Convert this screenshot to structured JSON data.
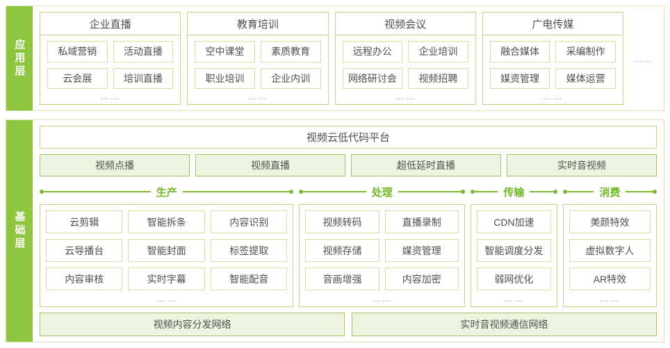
{
  "colors": {
    "tab_green": "#8fc63f",
    "divider_green": "#7cb832",
    "group_border": "#c6d37e",
    "item_border": "#d3df9e",
    "light_fill": "#edf4df",
    "fill_border": "#a2c35f",
    "text": "#4f4f4f",
    "ellipsis_gray": "#9b9b9b"
  },
  "application_layer": {
    "label": "应用层",
    "trailing_more": "……",
    "groups": [
      {
        "title": "企业直播",
        "items": [
          "私域营销",
          "活动直播",
          "云会展",
          "培训直播"
        ],
        "more": "……"
      },
      {
        "title": "教育培训",
        "items": [
          "空中课堂",
          "素质教育",
          "职业培训",
          "企业内训"
        ],
        "more": "……"
      },
      {
        "title": "视频会议",
        "items": [
          "远程办公",
          "企业培训",
          "网络研讨会",
          "视频招聘"
        ],
        "more": "……"
      },
      {
        "title": "广电传媒",
        "items": [
          "融合媒体",
          "采编制作",
          "媒资管理",
          "媒体运营"
        ],
        "more": "……"
      }
    ]
  },
  "base_layer": {
    "label": "基础层",
    "platform": "视频云低代码平台",
    "services": [
      "视频点播",
      "视频直播",
      "超低延时直播",
      "实时音视频"
    ],
    "categories": [
      {
        "title": "生产",
        "columns": 3,
        "items": [
          "云剪辑",
          "智能拆条",
          "内容识别",
          "云导播台",
          "智能封面",
          "标签提取",
          "内容审核",
          "实时字幕",
          "智能配音"
        ],
        "more": "……"
      },
      {
        "title": "处理",
        "columns": 2,
        "items": [
          "视频转码",
          "直播录制",
          "视频存储",
          "媒资管理",
          "音画增强",
          "内容加密"
        ],
        "more": "……"
      },
      {
        "title": "传输",
        "columns": 1,
        "items": [
          "CDN加速",
          "智能调度分发",
          "弱网优化"
        ],
        "more": "……"
      },
      {
        "title": "消费",
        "columns": 1,
        "items": [
          "美颜特效",
          "虚拟数字人",
          "AR特效"
        ],
        "more": "……"
      }
    ],
    "networks": [
      "视频内容分发网络",
      "实时音视频通信网络"
    ]
  }
}
